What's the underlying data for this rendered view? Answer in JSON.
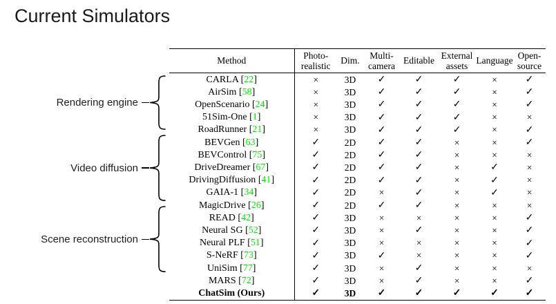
{
  "title": "Current Simulators",
  "colors": {
    "citation_green": "#00ee00",
    "text": "#000000",
    "rule": "#000000"
  },
  "table": {
    "cite_prefix": " [",
    "cite_suffix": "]",
    "headers": [
      "Method",
      "Photo-\nrealistic",
      "Dim.",
      "Multi-\ncamera",
      "Editable",
      "External\nassets",
      "Language",
      "Open-\nsource"
    ],
    "rows": [
      {
        "method": "CARLA",
        "cite": "22",
        "bold": false,
        "values": [
          "×",
          "3D",
          "✓",
          "✓",
          "✓",
          "×",
          "✓"
        ]
      },
      {
        "method": "AirSim",
        "cite": "58",
        "bold": false,
        "values": [
          "×",
          "3D",
          "✓",
          "✓",
          "✓",
          "×",
          "✓"
        ]
      },
      {
        "method": "OpenScenario",
        "cite": "24",
        "bold": false,
        "values": [
          "×",
          "3D",
          "✓",
          "✓",
          "✓",
          "×",
          "✓"
        ]
      },
      {
        "method": "51Sim-One",
        "cite": "1",
        "bold": false,
        "values": [
          "×",
          "3D",
          "✓",
          "✓",
          "✓",
          "×",
          "×"
        ]
      },
      {
        "method": "RoadRunner",
        "cite": "21",
        "bold": false,
        "values": [
          "×",
          "3D",
          "✓",
          "✓",
          "✓",
          "×",
          "✓"
        ]
      },
      {
        "method": "BEVGen",
        "cite": "63",
        "bold": false,
        "values": [
          "✓",
          "2D",
          "✓",
          "✓",
          "×",
          "×",
          "✓"
        ]
      },
      {
        "method": "BEVControl",
        "cite": "75",
        "bold": false,
        "values": [
          "✓",
          "2D",
          "✓",
          "✓",
          "×",
          "×",
          "×"
        ]
      },
      {
        "method": "DriveDreamer",
        "cite": "67",
        "bold": false,
        "values": [
          "✓",
          "2D",
          "✓",
          "✓",
          "×",
          "✓",
          "×"
        ]
      },
      {
        "method": "DrivingDiffusion",
        "cite": "41",
        "bold": false,
        "values": [
          "✓",
          "2D",
          "✓",
          "✓",
          "×",
          "✓",
          "×"
        ]
      },
      {
        "method": "GAIA-1",
        "cite": "34",
        "bold": false,
        "values": [
          "✓",
          "2D",
          "×",
          "✓",
          "×",
          "✓",
          "×"
        ]
      },
      {
        "method": "MagicDrive",
        "cite": "26",
        "bold": false,
        "values": [
          "✓",
          "2D",
          "✓",
          "✓",
          "×",
          "×",
          "×"
        ]
      },
      {
        "method": "READ",
        "cite": "42",
        "bold": false,
        "values": [
          "✓",
          "3D",
          "×",
          "×",
          "×",
          "×",
          "✓"
        ]
      },
      {
        "method": "Neural SG",
        "cite": "52",
        "bold": false,
        "values": [
          "✓",
          "3D",
          "×",
          "✓",
          "×",
          "×",
          "✓"
        ]
      },
      {
        "method": "Neural PLF",
        "cite": "51",
        "bold": false,
        "values": [
          "✓",
          "3D",
          "×",
          "×",
          "×",
          "×",
          "✓"
        ]
      },
      {
        "method": "S-NeRF",
        "cite": "73",
        "bold": false,
        "values": [
          "✓",
          "3D",
          "✓",
          "×",
          "×",
          "×",
          "✓"
        ]
      },
      {
        "method": "UniSim",
        "cite": "77",
        "bold": false,
        "values": [
          "✓",
          "3D",
          "×",
          "✓",
          "×",
          "×",
          "×"
        ]
      },
      {
        "method": "MARS",
        "cite": "72",
        "bold": false,
        "values": [
          "✓",
          "3D",
          "×",
          "✓",
          "×",
          "×",
          "✓"
        ]
      },
      {
        "method": "ChatSim (Ours)",
        "cite": null,
        "bold": true,
        "values": [
          "✓",
          "3D",
          "✓",
          "✓",
          "✓",
          "✓",
          "✓"
        ]
      }
    ]
  },
  "groups": [
    {
      "label": "Rendering engine",
      "row_start": 0,
      "row_end": 4
    },
    {
      "label": "Video diffusion",
      "row_start": 5,
      "row_end": 10
    },
    {
      "label": "Scene reconstruction",
      "row_start": 11,
      "row_end": 16
    }
  ]
}
